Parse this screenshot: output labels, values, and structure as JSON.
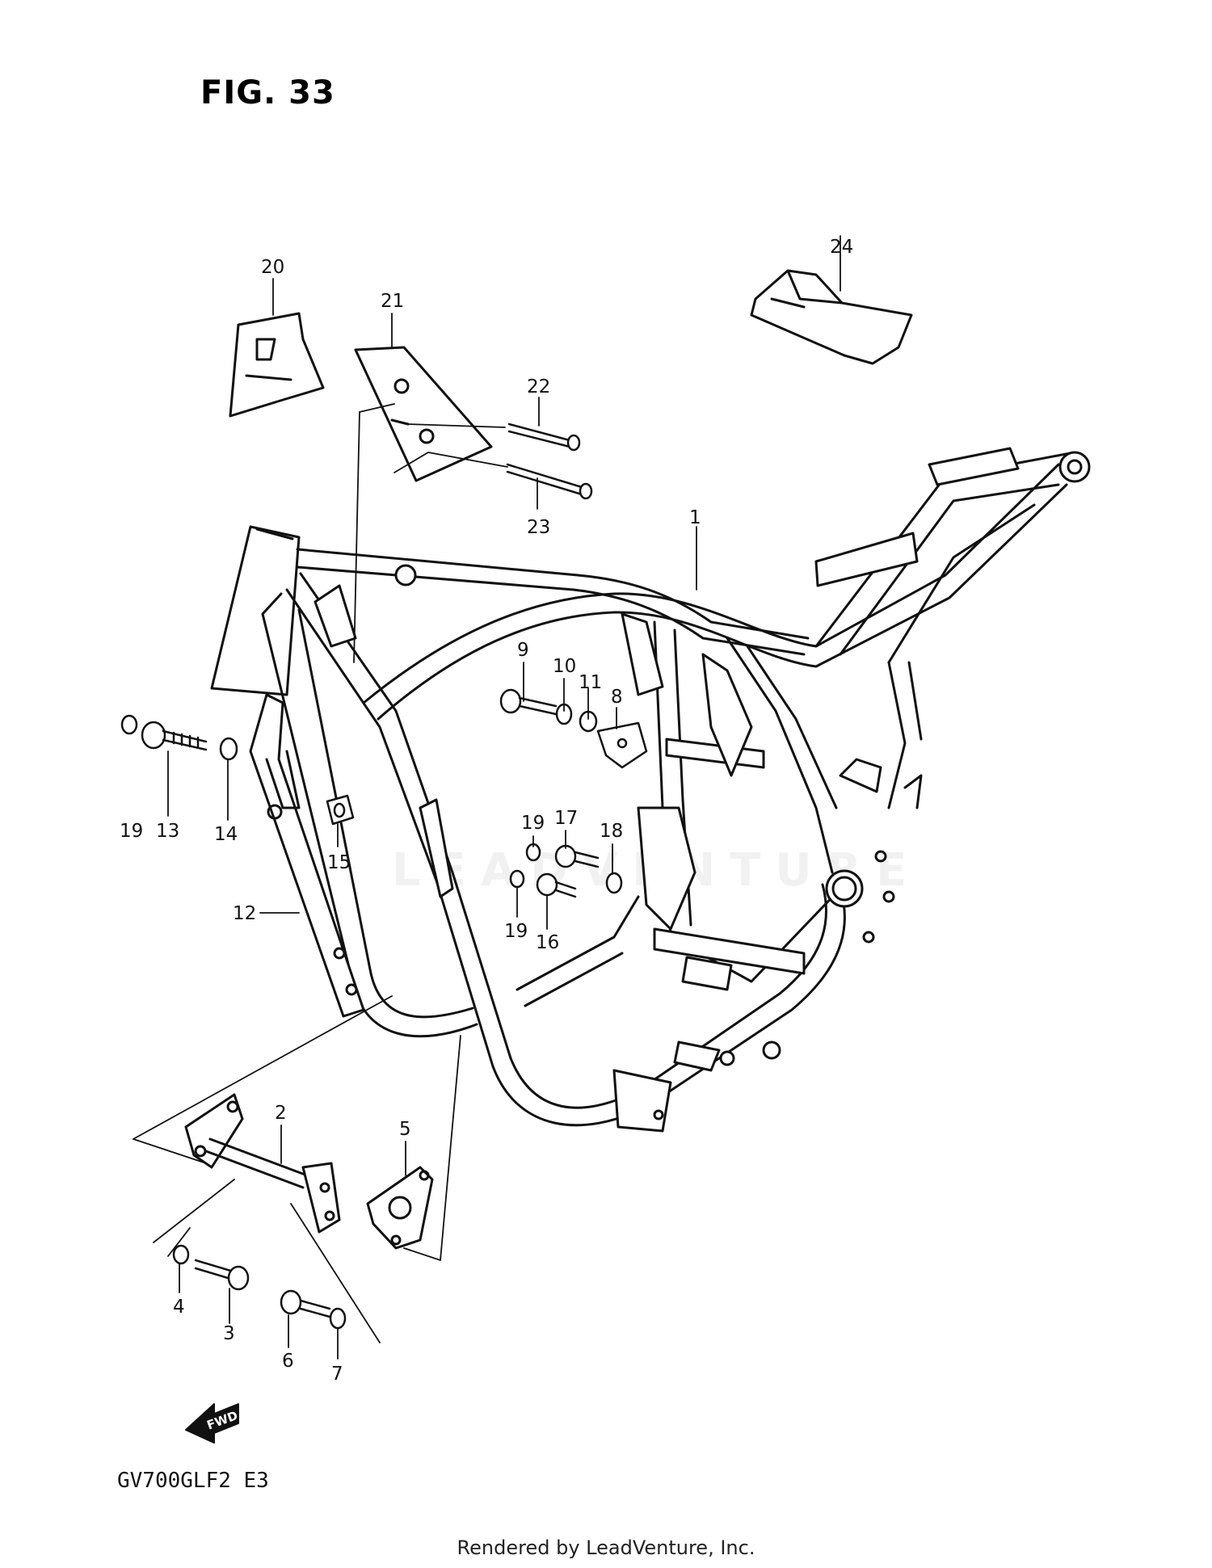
{
  "figure": {
    "title": "FIG. 33",
    "model_code": "GV700GLF2  E3",
    "credit": "Rendered by LeadVenture, Inc.",
    "watermark": "LEADVENTURE",
    "fwd_label": "FWD"
  },
  "callouts": [
    {
      "id": "c1",
      "label": "1"
    },
    {
      "id": "c2",
      "label": "2"
    },
    {
      "id": "c3",
      "label": "3"
    },
    {
      "id": "c4",
      "label": "4"
    },
    {
      "id": "c5",
      "label": "5"
    },
    {
      "id": "c6",
      "label": "6"
    },
    {
      "id": "c7",
      "label": "7"
    },
    {
      "id": "c8",
      "label": "8"
    },
    {
      "id": "c9",
      "label": "9"
    },
    {
      "id": "c10",
      "label": "10"
    },
    {
      "id": "c11",
      "label": "11"
    },
    {
      "id": "c12",
      "label": "12"
    },
    {
      "id": "c13",
      "label": "13"
    },
    {
      "id": "c14",
      "label": "14"
    },
    {
      "id": "c15",
      "label": "15"
    },
    {
      "id": "c16",
      "label": "16"
    },
    {
      "id": "c17",
      "label": "17"
    },
    {
      "id": "c18",
      "label": "18"
    },
    {
      "id": "c19a",
      "label": "19"
    },
    {
      "id": "c19b",
      "label": "19"
    },
    {
      "id": "c19c",
      "label": "19"
    },
    {
      "id": "c20",
      "label": "20"
    },
    {
      "id": "c21",
      "label": "21"
    },
    {
      "id": "c22",
      "label": "22"
    },
    {
      "id": "c23",
      "label": "23"
    },
    {
      "id": "c24",
      "label": "24"
    }
  ]
}
